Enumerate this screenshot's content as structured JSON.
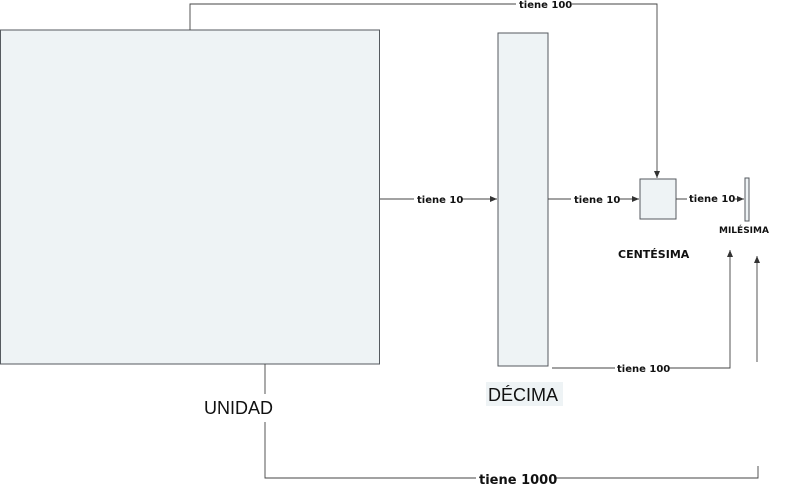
{
  "nodes": {
    "unidad": "UNIDAD",
    "decima": "DÉCIMA",
    "centesima": "CENTÉSIMA",
    "milesima": "MILÉSIMA"
  },
  "edges": {
    "unidad_decima": "tiene 10",
    "decima_centesima": "tiene 10",
    "centesima_milesima": "tiene 10",
    "unidad_centesima": "tiene 100",
    "decima_milesima": "tiene 100",
    "unidad_milesima": "tiene 1000"
  }
}
